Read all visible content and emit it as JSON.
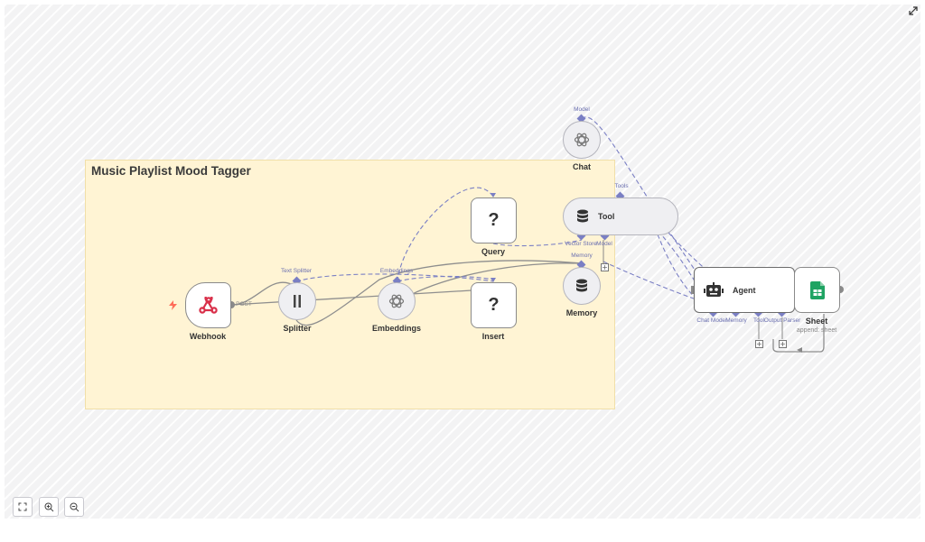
{
  "sticky": {
    "title": "Music Playlist Mood Tagger"
  },
  "nodes": {
    "webhook": {
      "label": "Webhook",
      "port_post": "POST"
    },
    "splitter": {
      "label": "Splitter",
      "port_top": "Text Splitter"
    },
    "embeddings": {
      "label": "Embeddings",
      "port_top": "Embeddings"
    },
    "query": {
      "label": "Query"
    },
    "insert": {
      "label": "Insert"
    },
    "chat": {
      "label": "Chat",
      "port_top": "Model"
    },
    "tool": {
      "label": "Tool",
      "port_top": "Tools",
      "port_vector": "Vector Store",
      "port_model": "Model"
    },
    "memory": {
      "label": "Memory",
      "port_top": "Memory"
    },
    "agent": {
      "label": "Agent",
      "port_chat_model": "Chat Model",
      "port_memory": "Memory",
      "port_tool": "Tool",
      "port_output_parser": "Output Parser"
    },
    "sheet": {
      "label": "Sheet",
      "sublabel": "append: sheet"
    }
  },
  "colors": {
    "accent": "#7a7fc4",
    "sticky": "#fff4d4",
    "sheet_green": "#1fa463",
    "webhook_red": "#d9304a",
    "trigger_bolt": "#ff6d5a"
  },
  "icons": {
    "webhook": "webhook-icon",
    "splitter": "splitter-icon",
    "embeddings": "openai-icon",
    "chat": "openai-icon",
    "tool": "database-icon",
    "memory": "database-icon",
    "agent": "robot-icon",
    "sheet": "google-sheets-icon",
    "trigger": "bolt-icon",
    "fit_view": "fit-view-icon",
    "zoom_in": "zoom-in-icon",
    "zoom_out": "zoom-out-icon",
    "fullscreen": "expand-icon"
  }
}
